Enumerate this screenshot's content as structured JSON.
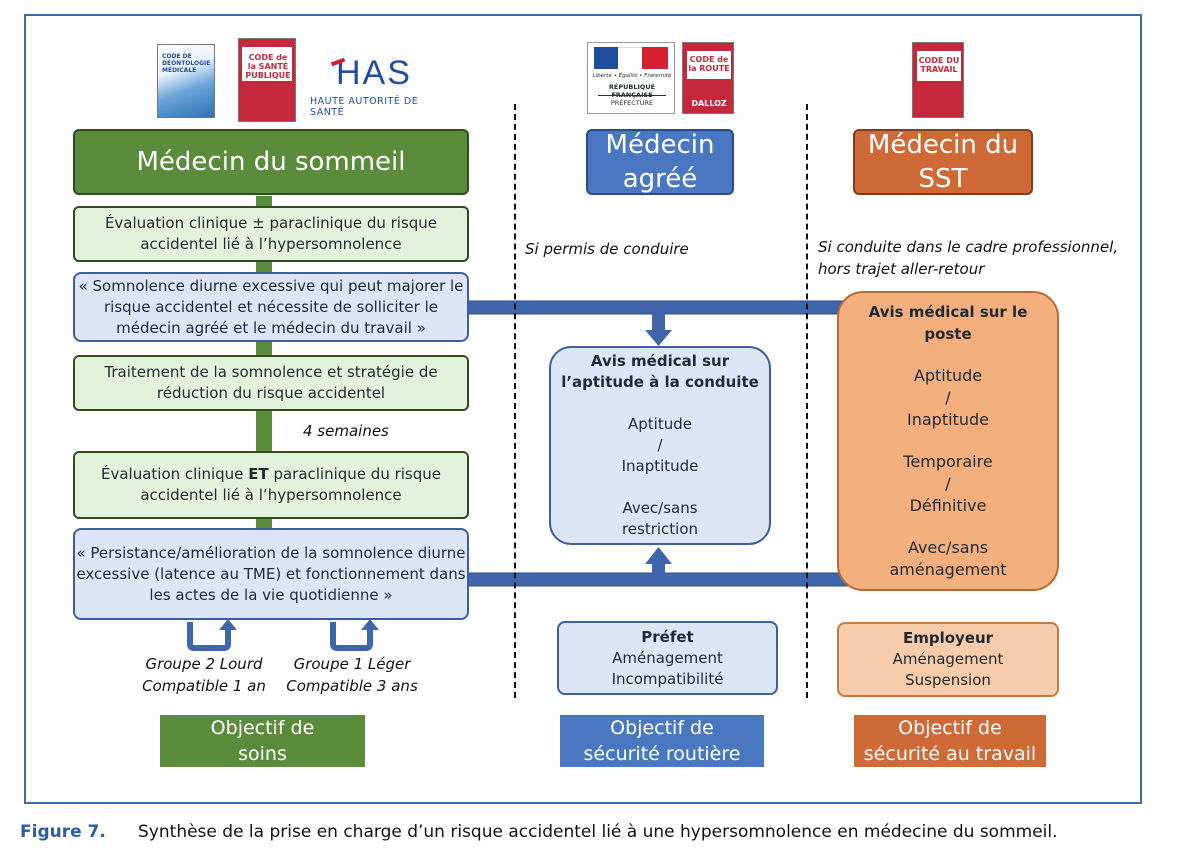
{
  "logos": {
    "book1_title": "CODE DE DÉONTOLOGIE MÉDICALE",
    "book2_title": "CODE de la SANTÉ PUBLIQUE",
    "has_logo": "HAS",
    "has_text": "HAUTE AUTORITÉ DE SANTÉ",
    "rf_motto": "Liberté • Égalité • Fraternité",
    "rf_title": "RÉPUBLIQUE FRANÇAISE",
    "rf_sub": "PRÉFECTURE",
    "book3_title": "CODE de la ROUTE",
    "book3_brand": "DALLOZ",
    "book4_title": "CODE DU TRAVAIL",
    "colors": {
      "blue": "#1f4e9c",
      "red": "#d42030"
    }
  },
  "headers": {
    "sleep": "Médecin du sommeil",
    "agree_line1": "Médecin",
    "agree_line2": "agréé",
    "sst_line1": "Médecin du",
    "sst_line2": "SST"
  },
  "left_column": {
    "box1_line1": "Évaluation clinique ± paraclinique du risque",
    "box1_line2": "accidentel lié à l’hypersomnolence",
    "box2_line1": "« Somnolence diurne excessive qui peut majorer le",
    "box2_line2": "risque accidentel et nécessite de solliciter le",
    "box2_line3": "médecin agréé et le médecin du travail »",
    "box3_line1": "Traitement de la somnolence et stratégie de",
    "box3_line2": "réduction du risque accidentel",
    "weeks": "4 semaines",
    "box4_line1_pre": "Évaluation clinique ",
    "box4_line1_bold": "ET",
    "box4_line1_post": " paraclinique du risque",
    "box4_line2": "accidentel lié à l’hypersomnolence",
    "box5_line1": "« Persistance/amélioration de la somnolence diurne",
    "box5_line2": "excessive (latence au TME) et fonctionnement dans",
    "box5_line3": "les actes de la vie quotidienne »",
    "group2_line1": "Groupe 2 Lourd",
    "group2_line2": "Compatible 1 an",
    "group1_line1": "Groupe 1 Léger",
    "group1_line2": "Compatible 3 ans"
  },
  "middle_column": {
    "condition": "Si permis de conduire",
    "avis_title_line1": "Avis médical sur",
    "avis_title_line2": "l’aptitude à la conduite",
    "aptitude": "Aptitude",
    "slash": "/",
    "inaptitude": "Inaptitude",
    "restriction_line1": "Avec/sans",
    "restriction_line2": "restriction",
    "prefet_title": "Préfet",
    "prefet_line1": "Aménagement",
    "prefet_line2": "Incompatibilité"
  },
  "right_column": {
    "condition_line1": "Si conduite dans le cadre professionnel,",
    "condition_line2": "hors trajet aller-retour",
    "avis_title_line1": "Avis médical sur le",
    "avis_title_line2": "poste",
    "aptitude": "Aptitude",
    "slash": "/",
    "inaptitude": "Inaptitude",
    "temporaire": "Temporaire",
    "definitive": "Définitive",
    "amenagement_line1": "Avec/sans",
    "amenagement_line2": "aménagement",
    "employeur_title": "Employeur",
    "employeur_line1": "Aménagement",
    "employeur_line2": "Suspension"
  },
  "objectives": {
    "soins_line1": "Objectif de",
    "soins_line2": "soins",
    "routiere_line1": "Objectif de",
    "routiere_line2": "sécurité routière",
    "travail_line1": "Objectif de",
    "travail_line2": "sécurité au travail"
  },
  "caption": {
    "label": "Figure 7.",
    "text": "Synthèse de la prise en charge d’un risque accidentel lié à une hypersomnolence en médecine du sommeil."
  },
  "colors": {
    "green": "#5a8c3c",
    "blue": "#4a77c2",
    "orange": "#cf6a37",
    "frame": "#3c6ca8"
  }
}
